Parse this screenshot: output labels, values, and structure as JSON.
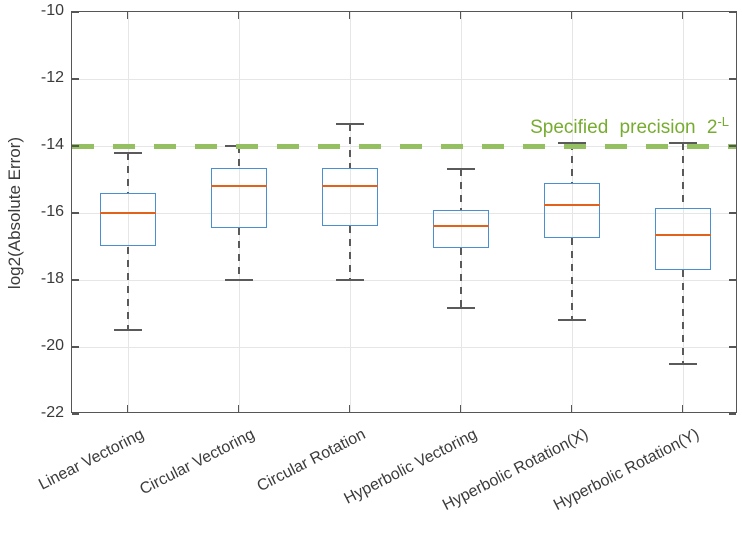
{
  "chart_data": {
    "type": "boxplot",
    "title": "",
    "xlabel": "",
    "ylabel": "log2(Absolute Error)",
    "ylim": [
      -22,
      -10
    ],
    "yticks": [
      -22,
      -20,
      -18,
      -16,
      -14,
      -12,
      -10
    ],
    "grid": true,
    "legend": "none",
    "categories": [
      "Linear Vectoring",
      "Circular Vectoring",
      "Circular Rotation",
      "Hyperbolic Vectoring",
      "Hyperbolic Rotation(X)",
      "Hyperbolic Rotation(Y)"
    ],
    "boxes": [
      {
        "category": "Linear Vectoring",
        "whisker_low": -19.5,
        "q1": -17.0,
        "median": -16.0,
        "q3": -15.4,
        "whisker_high": -14.2
      },
      {
        "category": "Circular Vectoring",
        "whisker_low": -18.0,
        "q1": -16.45,
        "median": -15.2,
        "q3": -14.65,
        "whisker_high": -14.0
      },
      {
        "category": "Circular Rotation",
        "whisker_low": -18.0,
        "q1": -16.4,
        "median": -15.2,
        "q3": -14.65,
        "whisker_high": -13.35
      },
      {
        "category": "Hyperbolic Vectoring",
        "whisker_low": -18.85,
        "q1": -17.05,
        "median": -16.4,
        "q3": -15.9,
        "whisker_high": -14.7
      },
      {
        "category": "Hyperbolic Rotation(X)",
        "whisker_low": -19.2,
        "q1": -16.75,
        "median": -15.75,
        "q3": -15.1,
        "whisker_high": -13.9
      },
      {
        "category": "Hyperbolic Rotation(Y)",
        "whisker_low": -20.5,
        "q1": -17.7,
        "median": -16.65,
        "q3": -15.85,
        "whisker_high": -13.9
      }
    ],
    "reference_line": {
      "y": -14,
      "style": "dashed",
      "label_text": "Specified precision 2",
      "label_sup": "-L"
    },
    "colors": {
      "box": "#4a90d0",
      "median": "#e2611b",
      "whisker": "#5a5a5a",
      "reference_line": "#95c061",
      "reference_text": "#77ac30",
      "grid": "#e6e6e6",
      "axis": "#565656",
      "tick_text": "#3b3b3b"
    }
  }
}
